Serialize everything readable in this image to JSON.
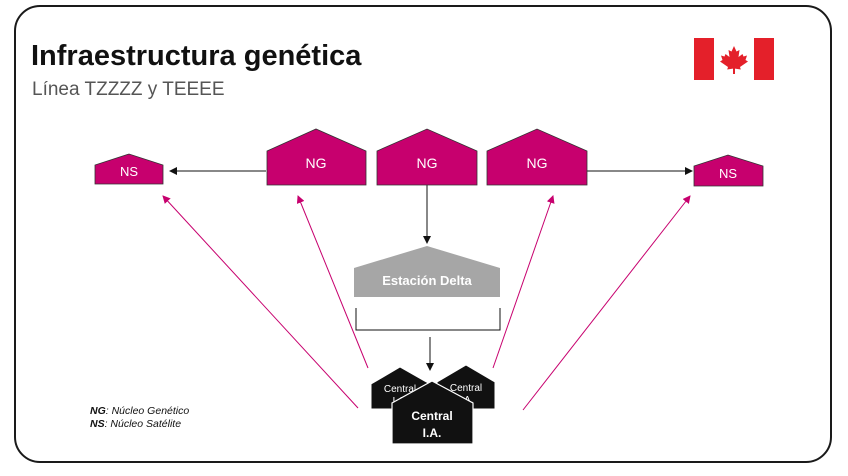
{
  "header": {
    "title": "Infraestructura genética",
    "subtitle": "Línea TZZZZ y TEEEE",
    "flag_icon": "canada-flag-icon"
  },
  "diagram": {
    "ns_left_label": "NS",
    "ng_labels": [
      "NG",
      "NG",
      "NG"
    ],
    "ns_right_label": "NS",
    "station_label": "Estación Delta",
    "central_small_labels": [
      [
        "Central",
        "I.A."
      ],
      [
        "Central",
        "I.A."
      ]
    ],
    "central_main_labels": [
      "Central",
      "I.A."
    ]
  },
  "legend": {
    "items": [
      {
        "abbr": "NG",
        "text": ": Núcleo Genético"
      },
      {
        "abbr": "NS",
        "text": ": Núcleo Satélite"
      }
    ]
  },
  "colors": {
    "accent": "#c7006e",
    "station_gray": "#a6a6a6",
    "central_black": "#111111",
    "flag_red": "#e4202a"
  }
}
